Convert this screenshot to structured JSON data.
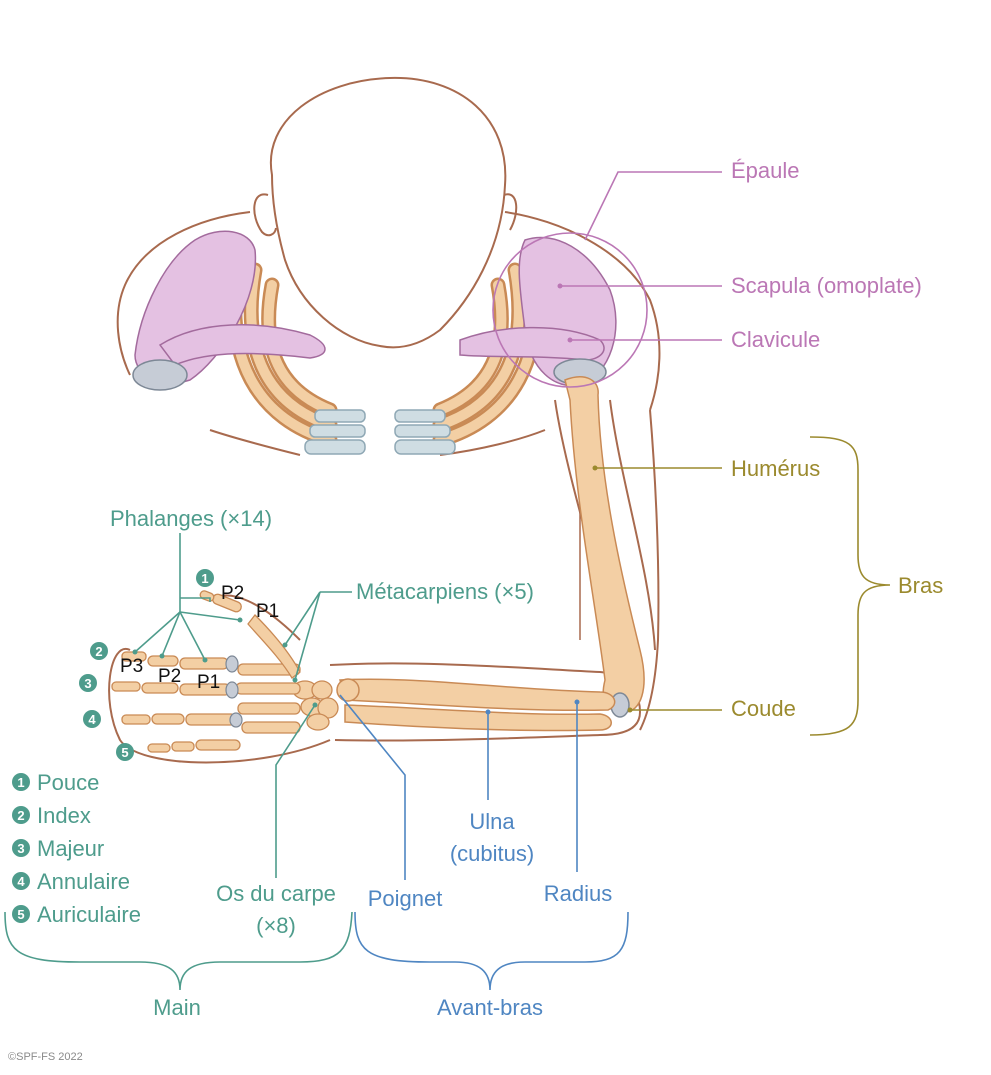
{
  "labels": {
    "epaule": "Épaule",
    "scapula": "Scapula (omoplate)",
    "clavicule": "Clavicule",
    "humerus": "Humérus",
    "bras": "Bras",
    "coude": "Coude",
    "phalanges": "Phalanges (×14)",
    "metacarpiens": "Métacarpiens (×5)",
    "carpe_line1": "Os du carpe",
    "carpe_line2": "(×8)",
    "poignet": "Poignet",
    "ulna_line1": "Ulna",
    "ulna_line2": "(cubitus)",
    "radius": "Radius",
    "main": "Main",
    "avant_bras": "Avant-bras"
  },
  "phalanx_markers": {
    "thumb_p2": "P2",
    "thumb_p1": "P1",
    "index_p3": "P3",
    "index_p2": "P2",
    "index_p1": "P1"
  },
  "fingers": [
    {
      "num": "1",
      "name": "Pouce"
    },
    {
      "num": "2",
      "name": "Index"
    },
    {
      "num": "3",
      "name": "Majeur"
    },
    {
      "num": "4",
      "name": "Annulaire"
    },
    {
      "num": "5",
      "name": "Auriculaire"
    }
  ],
  "copyright": "©SPF-FS 2022",
  "colors": {
    "shoulder": "#bb77b5",
    "arm": "#9b8a2e",
    "hand": "#4e9c8c",
    "forearm": "#4f86c2",
    "bone": "#f3cfa4",
    "bone_outline": "#c98a55",
    "skin_outline": "#a86a4e"
  }
}
